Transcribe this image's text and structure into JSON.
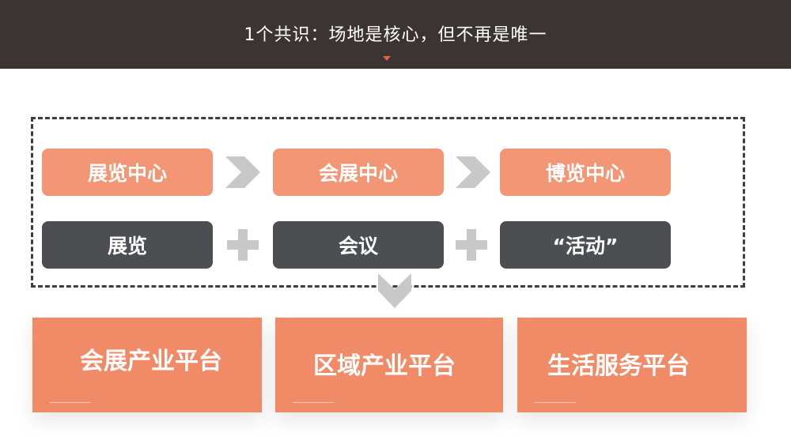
{
  "header": {
    "title": "1个共识：场地是核心，但不再是唯一",
    "accent_color": "#e8603c"
  },
  "venue_row": [
    {
      "label": "展览中心"
    },
    {
      "label": "会展中心"
    },
    {
      "label": "博览中心"
    }
  ],
  "activity_row": [
    {
      "label": "展览"
    },
    {
      "label": "会议"
    },
    {
      "label": "“活动”"
    }
  ],
  "platforms": [
    {
      "label": "会展产业平台"
    },
    {
      "label": "区域产业平台"
    },
    {
      "label": "生活服务平台"
    }
  ],
  "icons": [
    "chevron-right-icon",
    "plus-icon",
    "chevron-down-icon"
  ],
  "colors": {
    "header_bg": "#3b3433",
    "venue_box": "#f29676",
    "activity_box": "#4c4e52",
    "platform_box": "#f18a67",
    "connector_gray": "#c8c8c8"
  }
}
